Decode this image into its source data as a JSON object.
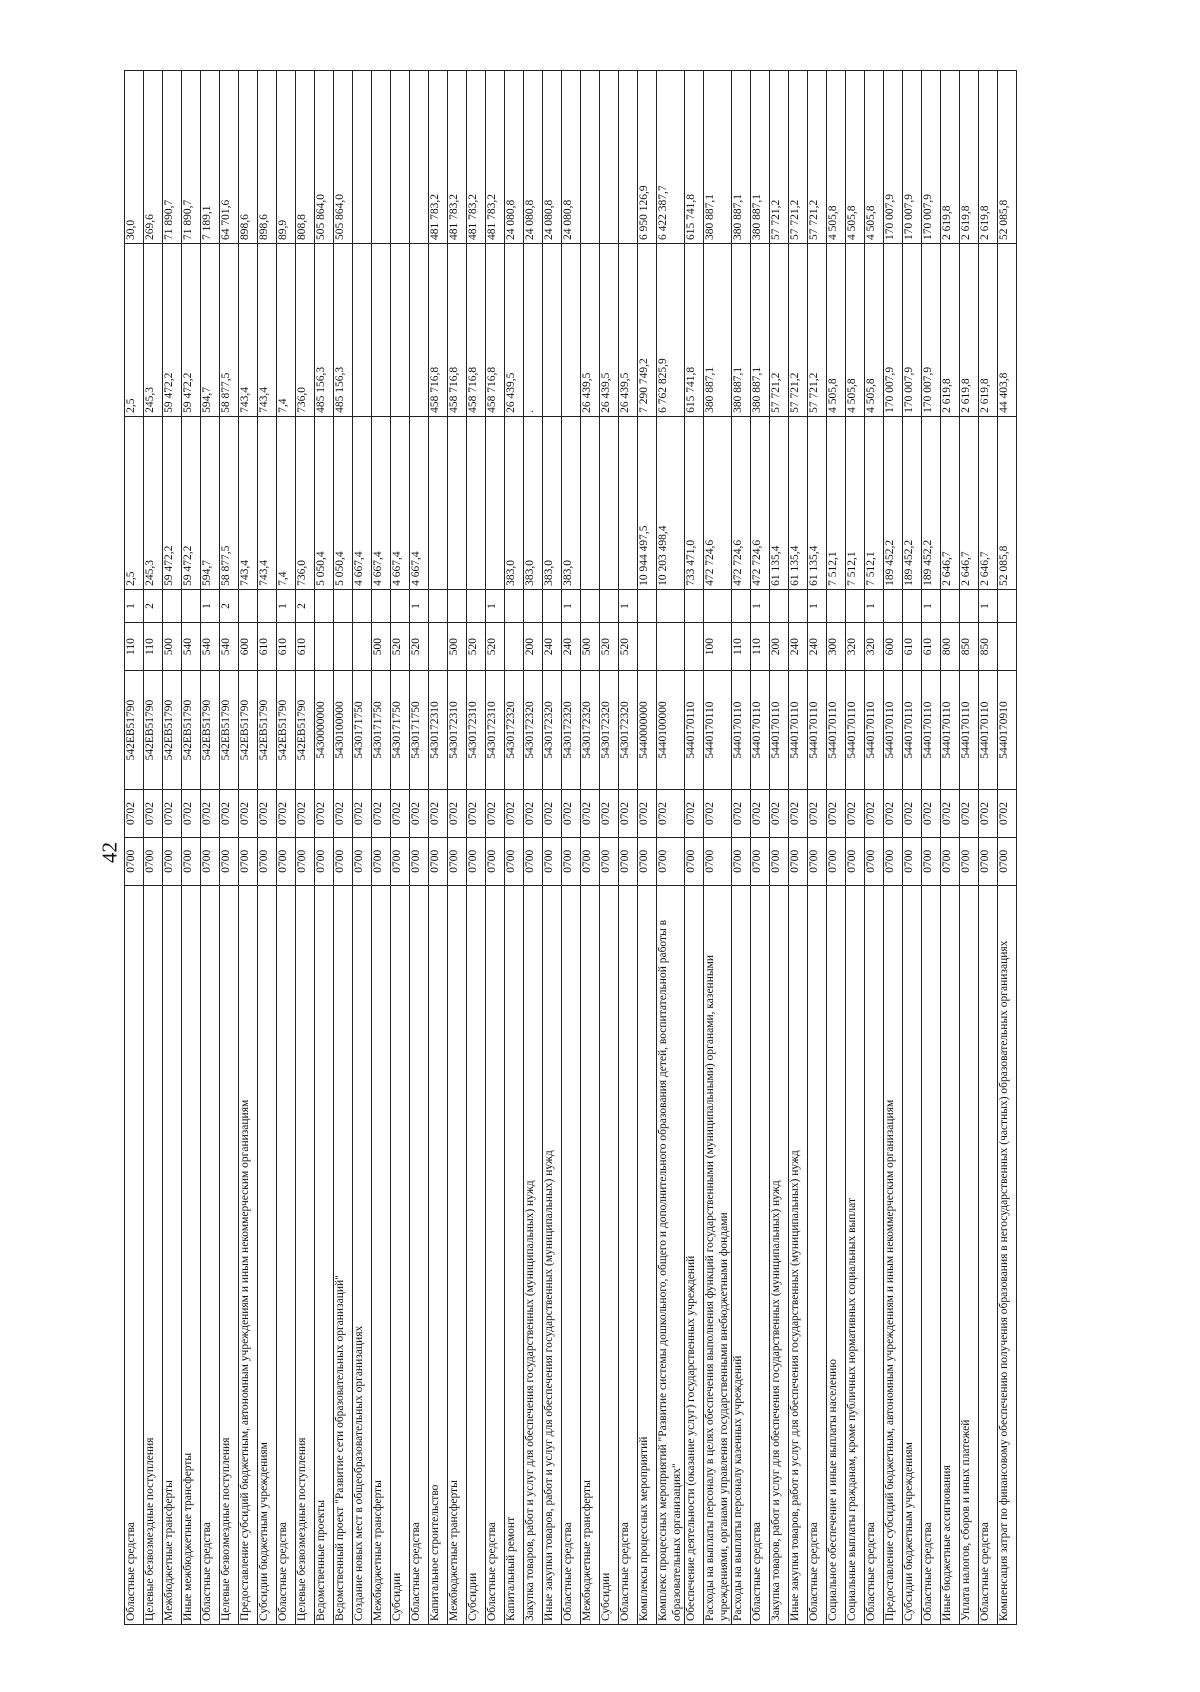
{
  "page": {
    "number": "42"
  },
  "table": {
    "rows": [
      [
        "Областные средства",
        "0700",
        "0702",
        "542EB51790",
        "110",
        "1",
        "2,5",
        "2,5",
        "30,0"
      ],
      [
        "Целевые безвозмездные поступления",
        "0700",
        "0702",
        "542EB51790",
        "110",
        "2",
        "245,3",
        "245,3",
        "269,6"
      ],
      [
        "Межбюджетные трансферты",
        "0700",
        "0702",
        "542EB51790",
        "500",
        "",
        "59 472,2",
        "59 472,2",
        "71 890,7"
      ],
      [
        "Иные межбюджетные трансферты",
        "0700",
        "0702",
        "542EB51790",
        "540",
        "",
        "59 472,2",
        "59 472,2",
        "71 890,7"
      ],
      [
        "Областные средства",
        "0700",
        "0702",
        "542EB51790",
        "540",
        "1",
        "594,7",
        "594,7",
        "7 189,1"
      ],
      [
        "Целевые безвозмездные поступления",
        "0700",
        "0702",
        "542EB51790",
        "540",
        "2",
        "58 877,5",
        "58 877,5",
        "64 701,6"
      ],
      [
        "Предоставление субсидий бюджетным, автономным учреждениям и иным некоммерческим организациям",
        "0700",
        "0702",
        "542EB51790",
        "600",
        "",
        "743,4",
        "743,4",
        "898,6"
      ],
      [
        "Субсидии бюджетным учреждениям",
        "0700",
        "0702",
        "542EB51790",
        "610",
        "",
        "743,4",
        "743,4",
        "898,6"
      ],
      [
        "Областные средства",
        "0700",
        "0702",
        "542EB51790",
        "610",
        "1",
        "7,4",
        "7,4",
        "89,9"
      ],
      [
        "Целевые безвозмездные поступления",
        "0700",
        "0702",
        "542EB51790",
        "610",
        "2",
        "736,0",
        "736,0",
        "808,8"
      ],
      [
        "Ведомственные проекты",
        "0700",
        "0702",
        "5430000000",
        "",
        "",
        "5 050,4",
        "485 156,3",
        "505 864,0"
      ],
      [
        "Ведомственный проект \"Развитие сети образовательных организаций\"",
        "0700",
        "0702",
        "5430100000",
        "",
        "",
        "5 050,4",
        "485 156,3",
        "505 864,0"
      ],
      [
        "Создание новых мест в общеобразовательных организациях",
        "0700",
        "0702",
        "5430171750",
        "",
        "",
        "4 667,4",
        "",
        ""
      ],
      [
        "Межбюджетные трансферты",
        "0700",
        "0702",
        "5430171750",
        "500",
        "",
        "4 667,4",
        "",
        ""
      ],
      [
        "Субсидии",
        "0700",
        "0702",
        "5430171750",
        "520",
        "",
        "4 667,4",
        "",
        ""
      ],
      [
        "Областные средства",
        "0700",
        "0702",
        "5430171750",
        "520",
        "1",
        "4 667,4",
        "",
        ""
      ],
      [
        "Капитальное строительство",
        "0700",
        "0702",
        "5430172310",
        "",
        "",
        "",
        "458 716,8",
        "481 783,2"
      ],
      [
        "Межбюджетные трансферты",
        "0700",
        "0702",
        "5430172310",
        "500",
        "",
        "",
        "458 716,8",
        "481 783,2"
      ],
      [
        "Субсидии",
        "0700",
        "0702",
        "5430172310",
        "520",
        "",
        "",
        "458 716,8",
        "481 783,2"
      ],
      [
        "Областные средства",
        "0700",
        "0702",
        "5430172310",
        "520",
        "1",
        "",
        "458 716,8",
        "481 783,2"
      ],
      [
        "Капитальный ремонт",
        "0700",
        "0702",
        "5430172320",
        "",
        "",
        "383,0",
        "26 439,5",
        "24 080,8"
      ],
      [
        "Закупка товаров, работ и услуг для обеспечения государственных (муниципальных) нужд",
        "0700",
        "0702",
        "5430172320",
        "200",
        "",
        "383,0",
        ".",
        "24 080,8"
      ],
      [
        "Иные закупки товаров, работ и услуг для обеспечения государственных (муниципальных) нужд",
        "0700",
        "0702",
        "5430172320",
        "240",
        "",
        "383,0",
        "",
        "24 080,8"
      ],
      [
        "Областные средства",
        "0700",
        "0702",
        "5430172320",
        "240",
        "1",
        "383,0",
        "",
        "24 080,8"
      ],
      [
        "Межбюджетные трансферты",
        "0700",
        "0702",
        "5430172320",
        "500",
        "",
        "",
        "26 439,5",
        ""
      ],
      [
        "Субсидии",
        "0700",
        "0702",
        "5430172320",
        "520",
        "",
        "",
        "26 439,5",
        ""
      ],
      [
        "Областные средства",
        "0700",
        "0702",
        "5430172320",
        "520",
        "1",
        "",
        "26 439,5",
        ""
      ],
      [
        "Комплексы процессных мероприятий",
        "0700",
        "0702",
        "5440000000",
        "",
        "",
        "10 944 497,5",
        "7 290 749,2",
        "6 950 126,9"
      ],
      [
        "Комплекс процессных мероприятий \"Развитие системы дошкольного, общего и дополнительного образования детей, воспитательной работы в образовательных организациях\"",
        "0700",
        "0702",
        "5440100000",
        "",
        "",
        "10 203 498,4",
        "6 762 825,9",
        "6 422 387,7"
      ],
      [
        "Обеспечение деятельности (оказание услуг) государственных учреждений",
        "0700",
        "0702",
        "5440170110",
        "",
        "",
        "733 471,0",
        "615 741,8",
        "615 741,8"
      ],
      [
        "Расходы на выплаты персоналу в целях обеспечения выполнения функций государственными (муниципальными) органами, казенными учреждениями, органами управления государственными внебюджетными фондами",
        "0700",
        "0702",
        "5440170110",
        "100",
        "",
        "472 724,6",
        "380 887,1",
        "380 887,1"
      ],
      [
        "Расходы на выплаты персоналу казенных учреждений",
        "0700",
        "0702",
        "5440170110",
        "110",
        "",
        "472 724,6",
        "380 887,1",
        "380 887,1"
      ],
      [
        "Областные средства",
        "0700",
        "0702",
        "5440170110",
        "110",
        "1",
        "472 724,6",
        "380 887,1",
        "380 887,1"
      ],
      [
        "Закупка товаров, работ и услуг для обеспечения государственных (муниципальных) нужд",
        "0700",
        "0702",
        "5440170110",
        "200",
        "",
        "61 135,4",
        "57 721,2",
        "57 721,2"
      ],
      [
        "Иные закупки товаров, работ и услуг для обеспечения государственных (муниципальных) нужд",
        "0700",
        "0702",
        "5440170110",
        "240",
        "",
        "61 135,4",
        "57 721,2",
        "57 721,2"
      ],
      [
        "Областные средства",
        "0700",
        "0702",
        "5440170110",
        "240",
        "1",
        "61 135,4",
        "57 721,2",
        "57 721,2"
      ],
      [
        "Социальное обеспечение и иные выплаты населению",
        "0700",
        "0702",
        "5440170110",
        "300",
        "",
        "7 512,1",
        "4 505,8",
        "4 505,8"
      ],
      [
        "Социальные выплаты гражданам, кроме публичных нормативных социальных выплат",
        "0700",
        "0702",
        "5440170110",
        "320",
        "",
        "7 512,1",
        "4 505,8",
        "4 505,8"
      ],
      [
        "Областные средства",
        "0700",
        "0702",
        "5440170110",
        "320",
        "1",
        "7 512,1",
        "4 505,8",
        "4 505,8"
      ],
      [
        "Предоставление субсидий бюджетным, автономным учреждениям и иным некоммерческим организациям",
        "0700",
        "0702",
        "5440170110",
        "600",
        "",
        "189 452,2",
        "170 007,9",
        "170 007,9"
      ],
      [
        "Субсидии бюджетным учреждениям",
        "0700",
        "0702",
        "5440170110",
        "610",
        "",
        "189 452,2",
        "170 007,9",
        "170 007,9"
      ],
      [
        "Областные средства",
        "0700",
        "0702",
        "5440170110",
        "610",
        "1",
        "189 452,2",
        "170 007,9",
        "170 007,9"
      ],
      [
        "Иные бюджетные ассигнования",
        "0700",
        "0702",
        "5440170110",
        "800",
        "",
        "2 646,7",
        "2 619,8",
        "2 619,8"
      ],
      [
        "Уплата налогов, сборов и иных платежей",
        "0700",
        "0702",
        "5440170110",
        "850",
        "",
        "2 646,7",
        "2 619,8",
        "2 619,8"
      ],
      [
        "Областные средства",
        "0700",
        "0702",
        "5440170110",
        "850",
        "1",
        "2 646,7",
        "2 619,8",
        "2 619,8"
      ],
      [
        "Компенсация затрат по финансовому обеспечению получения образования в негосударственных (частных) образовательных организациях",
        "0700",
        "0702",
        "5440170910",
        "",
        "",
        "52 085,8",
        "44 403,8",
        "52 085,8"
      ]
    ]
  }
}
